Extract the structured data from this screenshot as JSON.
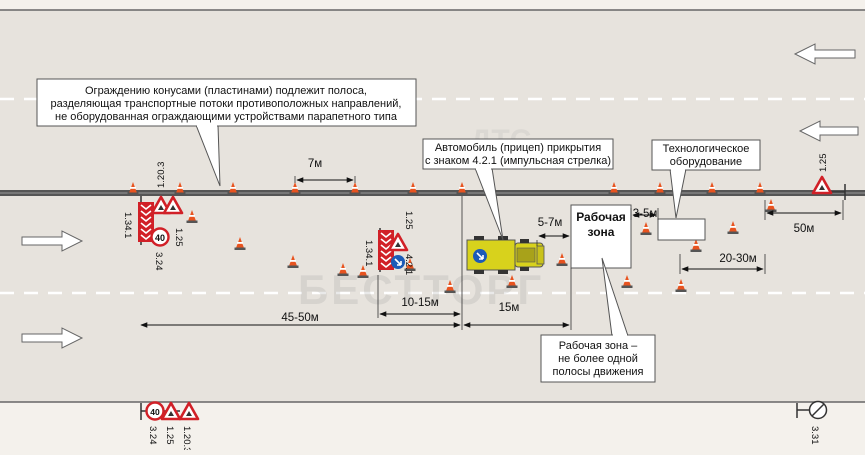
{
  "callouts": {
    "top_note_lines": [
      "Ограждению конусами (пластинами) подлежит полоса,",
      "разделяющая транспортные потоки противоположных направлений,",
      "не оборудованная ограждающими устройствами парапетного типа"
    ],
    "vehicle_note_lines": [
      "Автомобиль (прицеп) прикрытия",
      "с знаком 4.2.1 (импульсная стрелка)"
    ],
    "equipment_note_lines": [
      "Технологическое",
      "оборудование"
    ],
    "work_zone_note_lines": [
      "Рабочая зона –",
      "не более одной",
      "полосы движения"
    ]
  },
  "work_zone": {
    "title_lines": [
      "Рабочая",
      "зона"
    ]
  },
  "dimensions": {
    "cone_spacing": "7м",
    "approach": "45-50м",
    "vehicle_gap": "10-15м",
    "vehicle_zone": "15м",
    "vehicle_to_zone": "5-7м",
    "zone_to_equipment": "3-5м",
    "after_equipment": "20-30м",
    "end_sign": "50м"
  },
  "signs": {
    "upper_sign_1": "1.20.3",
    "upper_sign_2": "1.25",
    "upper_sign_3": "3.24",
    "upper_chevron": "1.34.1",
    "mid_sign_1": "1.25",
    "mid_sign_2": "4.2.1",
    "mid_chevron": "1.34.1",
    "end_sign_right": "1.25",
    "bottom_sign_1": "3.24",
    "bottom_sign_2": "1.25",
    "bottom_sign_3": "1.20.3",
    "bottom_right_sign": "3.31",
    "speed_limit": "40"
  },
  "watermark": {
    "lines": [
      "ДТС",
      "БЕСТТОРГ"
    ]
  },
  "colors": {
    "road": "#e7e3dd",
    "lane_marking": "#ffffff",
    "barrier": "#555555",
    "sign_red": "#d12027",
    "cone_orange": "#e8531f",
    "vehicle_yellow": "#d8d21c",
    "arrow_sign_blue": "#1c5bb8"
  }
}
